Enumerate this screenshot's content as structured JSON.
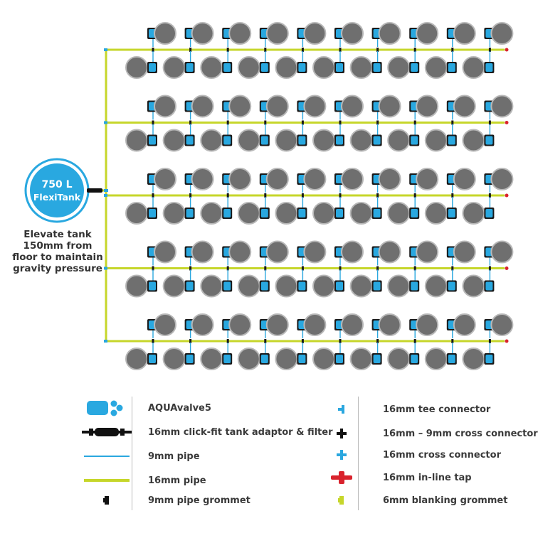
{
  "tank": {
    "capacity": "750 L",
    "name": "FlexiTank",
    "caption_lines": [
      "Elevate tank",
      "150mm from",
      "floor to maintain",
      "gravity pressure"
    ]
  },
  "layout": {
    "rows": 5,
    "valves_per_row": 10,
    "pots_per_valve": 2
  },
  "colors": {
    "main_pipe": "#c6d62a",
    "small_pipe": "#2aa7df",
    "valve": "#29a8e0",
    "pot_fill": "#6f6f6f",
    "pot_rim": "#b8b8b8",
    "tap": "#d9232d",
    "tank": "#29a8e0"
  },
  "legend": {
    "left": [
      {
        "icon": "aquavalve-icon",
        "label": "AQUAvalve5"
      },
      {
        "icon": "tank-adaptor-filter-icon",
        "label": "16mm click-fit tank adaptor & filter"
      },
      {
        "icon": "9mm-pipe-icon",
        "label": "9mm pipe"
      },
      {
        "icon": "16mm-pipe-icon",
        "label": "16mm pipe"
      },
      {
        "icon": "pipe-grommet-icon",
        "label": "9mm pipe grommet"
      }
    ],
    "right": [
      {
        "icon": "tee-connector-icon",
        "label": "16mm tee connector"
      },
      {
        "icon": "cross-connector-black-icon",
        "label": "16mm – 9mm cross connector"
      },
      {
        "icon": "cross-connector-blue-icon",
        "label": "16mm cross connector"
      },
      {
        "icon": "inline-tap-icon",
        "label": "16mm in-line tap"
      },
      {
        "icon": "blanking-grommet-icon",
        "label": "6mm blanking grommet"
      }
    ]
  }
}
